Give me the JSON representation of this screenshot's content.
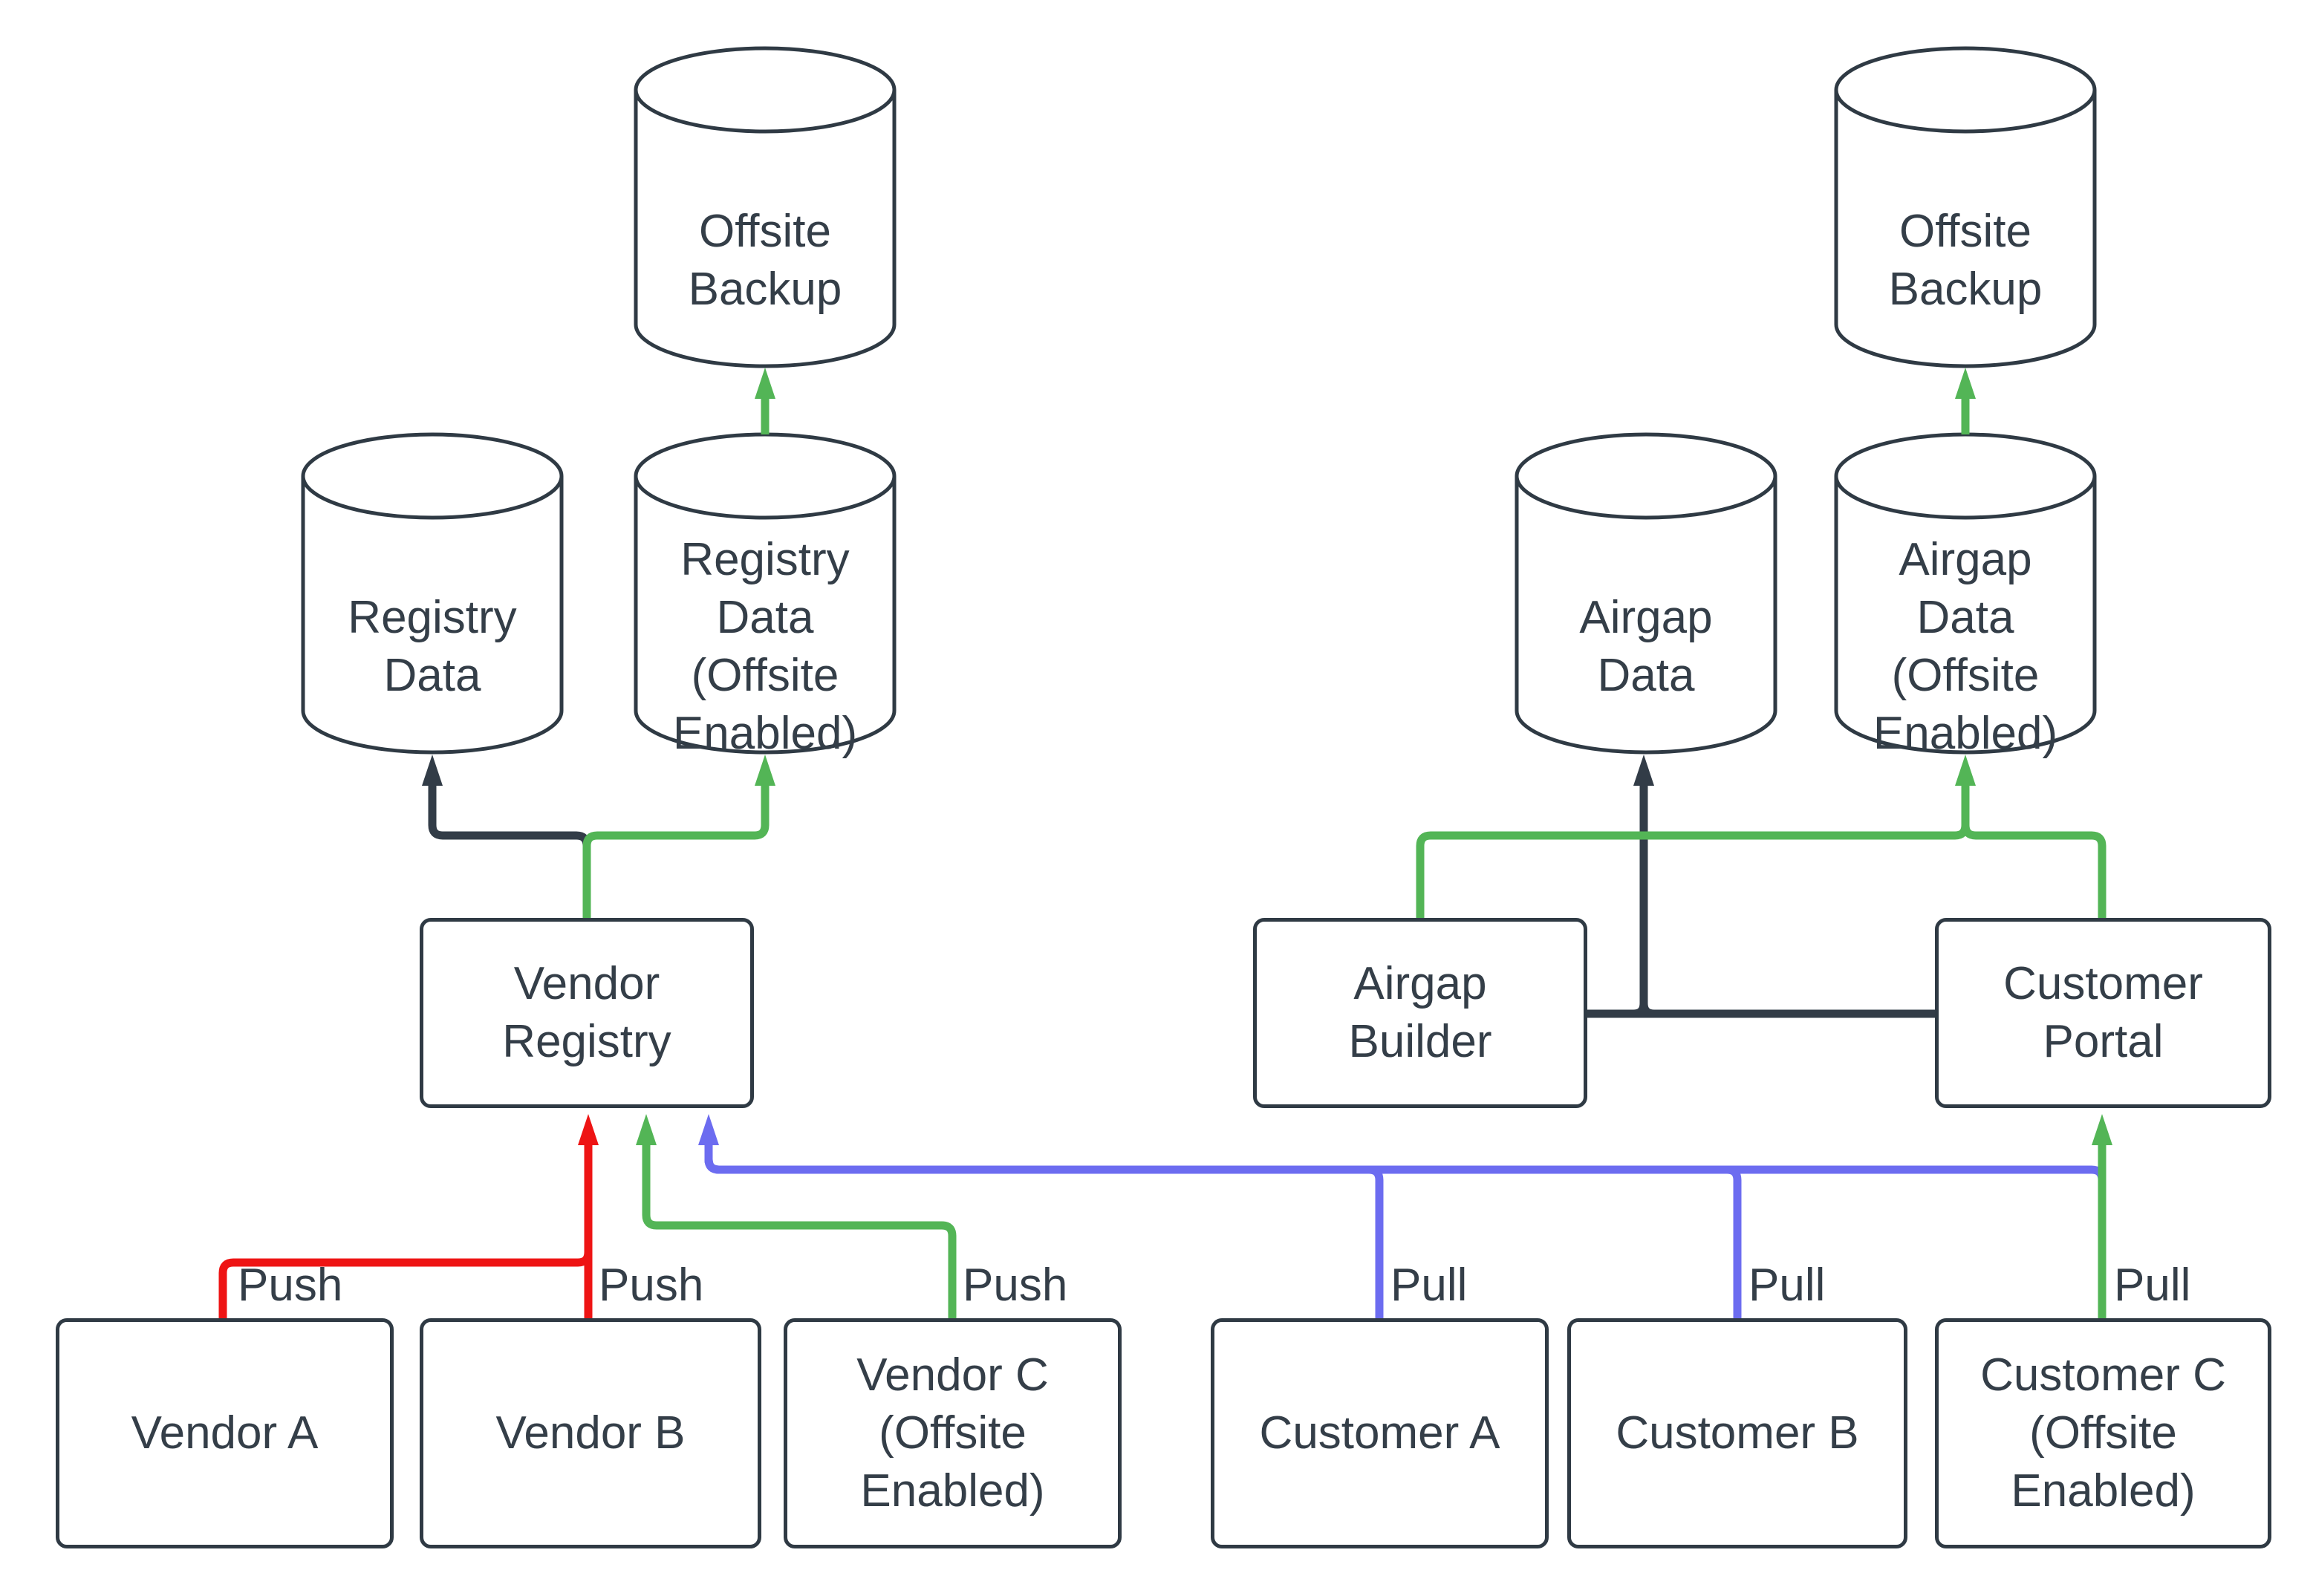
{
  "diagram": {
    "colors": {
      "push_red": "#ee1414",
      "offsite_green": "#53b556",
      "pull_blue": "#6c6cf0",
      "link_dark": "#323c47",
      "text": "#343e48",
      "node_border": "#2f3a44",
      "node_fill": "#ffffff",
      "canvas_bg": "#ffffff"
    },
    "nodes": {
      "offsite_backup_left": {
        "label": "Offsite\nBackup",
        "shape": "cylinder"
      },
      "registry_data": {
        "label": "Registry\nData",
        "shape": "cylinder"
      },
      "registry_data_offsite": {
        "label": "Registry\nData\n(Offsite\nEnabled)",
        "shape": "cylinder"
      },
      "offsite_backup_right": {
        "label": "Offsite\nBackup",
        "shape": "cylinder"
      },
      "airgap_data": {
        "label": "Airgap\nData",
        "shape": "cylinder"
      },
      "airgap_data_offsite": {
        "label": "Airgap\nData\n(Offsite\nEnabled)",
        "shape": "cylinder"
      },
      "vendor_registry": {
        "label": "Vendor\nRegistry",
        "shape": "rect"
      },
      "airgap_builder": {
        "label": "Airgap\nBuilder",
        "shape": "rect"
      },
      "customer_portal": {
        "label": "Customer\nPortal",
        "shape": "rect"
      },
      "vendor_a": {
        "label": "Vendor A",
        "shape": "rect"
      },
      "vendor_b": {
        "label": "Vendor B",
        "shape": "rect"
      },
      "vendor_c": {
        "label": "Vendor C\n(Offsite\nEnabled)",
        "shape": "rect"
      },
      "customer_a": {
        "label": "Customer A",
        "shape": "rect"
      },
      "customer_b": {
        "label": "Customer B",
        "shape": "rect"
      },
      "customer_c": {
        "label": "Customer C\n(Offsite\nEnabled)",
        "shape": "rect"
      }
    },
    "edge_labels": {
      "push_vendor_a": "Push",
      "push_vendor_b": "Push",
      "push_vendor_c": "Push",
      "pull_customer_a": "Pull",
      "pull_customer_b": "Pull",
      "pull_customer_c": "Pull"
    }
  }
}
